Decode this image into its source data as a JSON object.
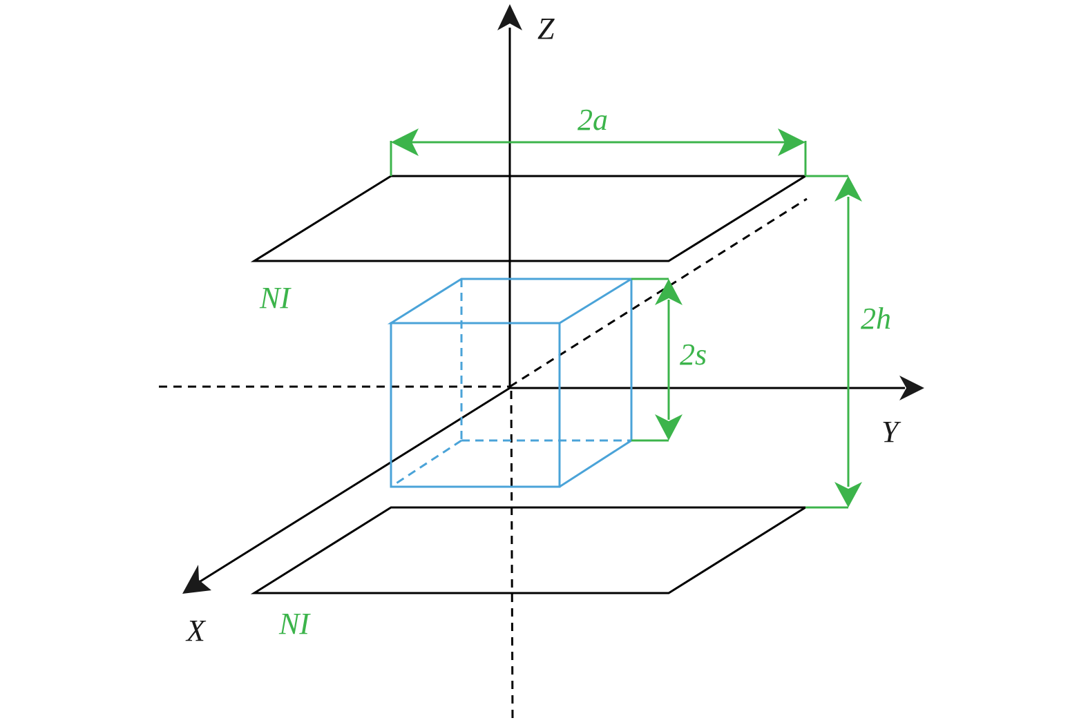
{
  "labels": {
    "z_axis": "Z",
    "y_axis": "Y",
    "x_axis": "X",
    "width_dim": "2a",
    "gap_dim": "2h",
    "cube_dim": "2s",
    "top_plate": "NI",
    "bottom_plate": "NI"
  },
  "colors": {
    "axis": "#000000",
    "dimension": "#3cb44b",
    "cube": "#4aa3d8"
  }
}
